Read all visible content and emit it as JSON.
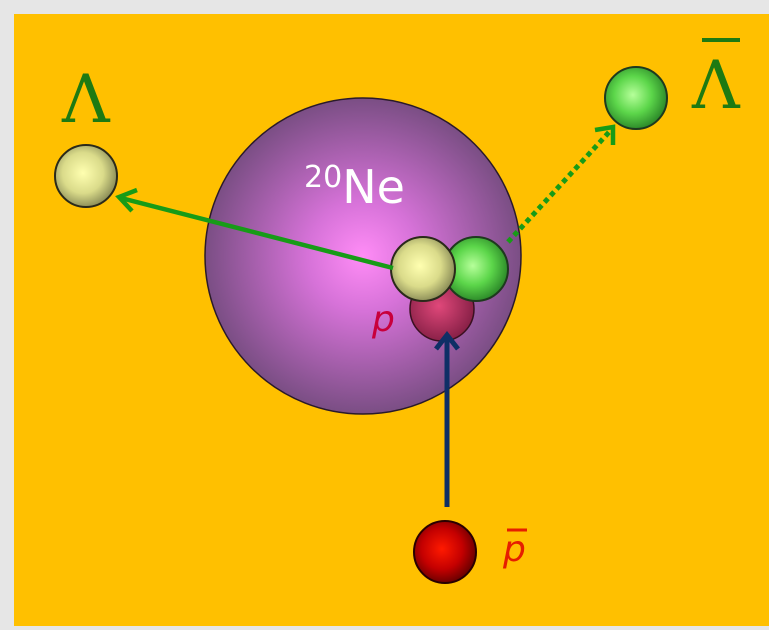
{
  "diagram": {
    "nucleus": {
      "mass_number": "20",
      "symbol": "Ne"
    },
    "target_proton": {
      "label": "p"
    },
    "incoming_antiproton": {
      "label": "p"
    },
    "lambda": {
      "label": "Λ"
    },
    "antilambda": {
      "label": "Λ"
    },
    "colors": {
      "background": "#FFC000",
      "frame": "#E6E6E6",
      "lambda_label": "#1E7A12",
      "proton_label": "#C8003C",
      "antiproton_label": "#E61E00",
      "lambda_arrow": "#179B17",
      "antiproton_arrow": "#0E2F66"
    }
  }
}
